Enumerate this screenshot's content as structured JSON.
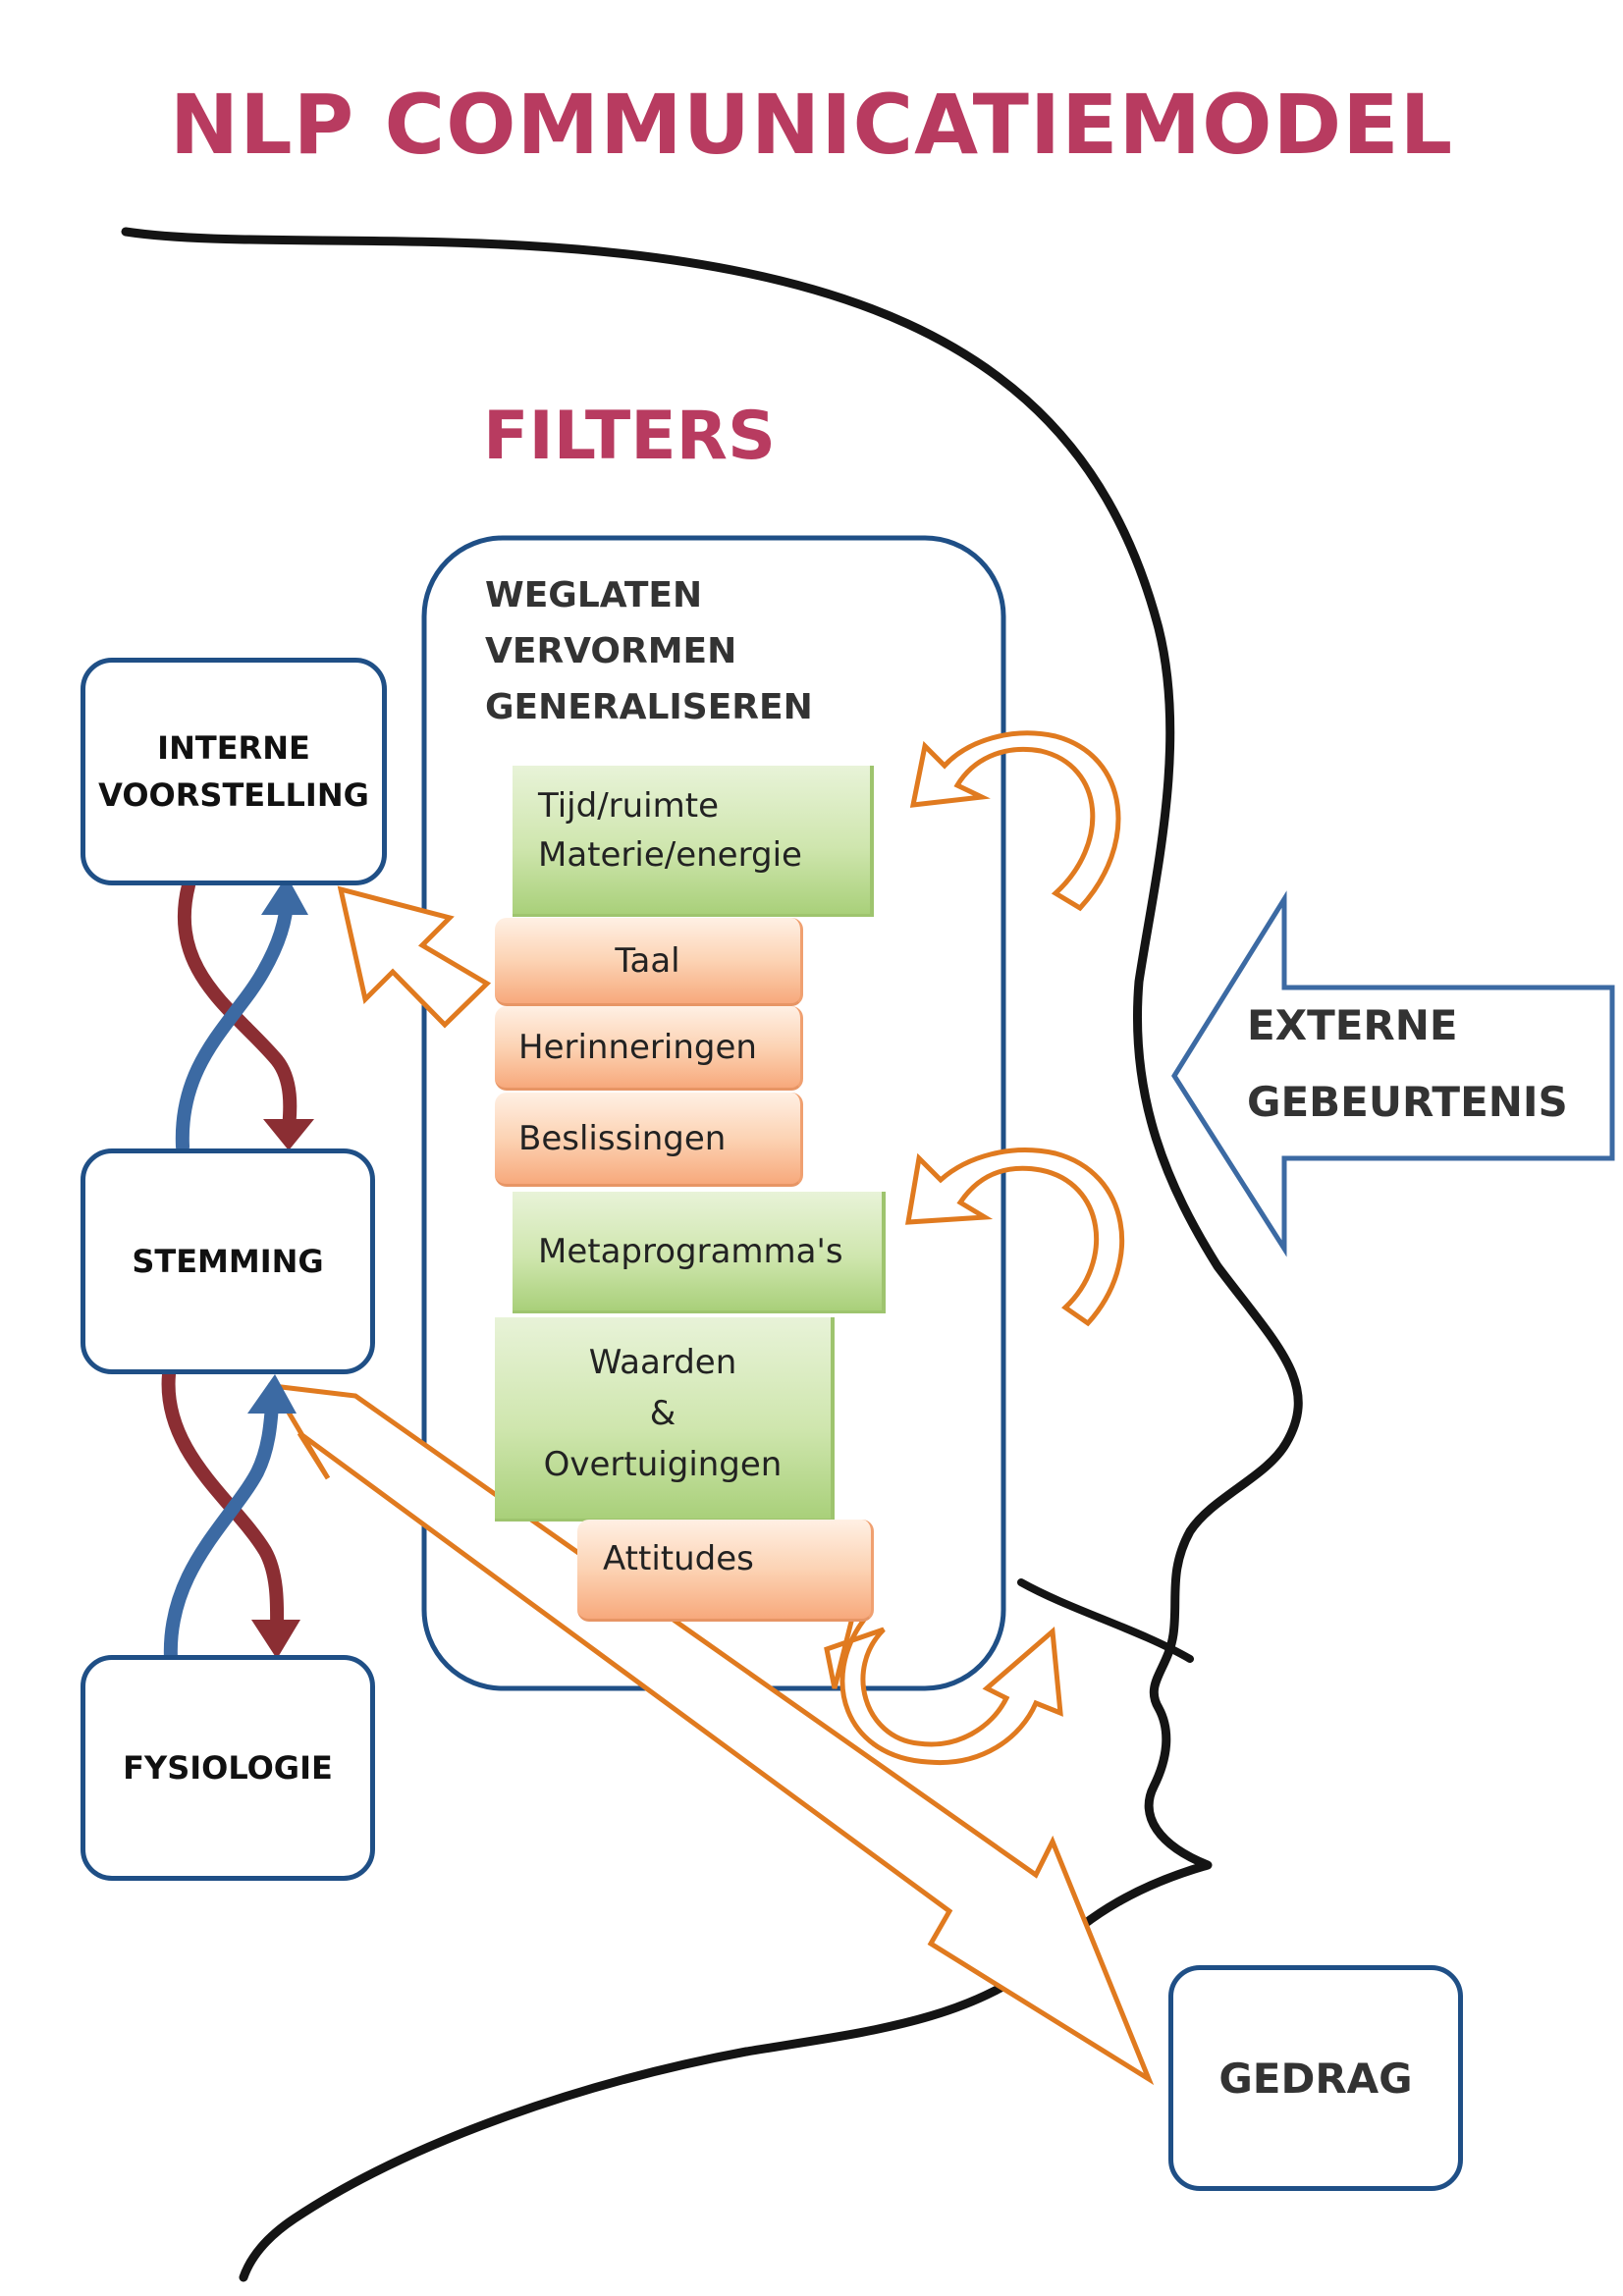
{
  "title": "NLP COMMUNICATIEMODEL",
  "filters_title": "FILTERS",
  "filter_processes": [
    "WEGLATEN",
    "VERVORMEN",
    "GENERALISEREN"
  ],
  "filter_items": {
    "tijd_ruimte": [
      "Tijd/ruimte",
      "Materie/energie"
    ],
    "taal": "Taal",
    "herinneringen": "Herinneringen",
    "beslissingen": "Beslissingen",
    "metaprogrammas": "Metaprogramma's",
    "waarden": [
      "Waarden",
      "&",
      "Overtuigingen"
    ],
    "attitudes": "Attitudes"
  },
  "boxes": {
    "interne_voorstelling": [
      "INTERNE",
      "VOORSTELLING"
    ],
    "stemming": "STEMMING",
    "fysiologie": "FYSIOLOGIE",
    "gedrag": "GEDRAG"
  },
  "externe_gebeurtenis": [
    "EXTERNE",
    "GEBEURTENIS"
  ],
  "colors": {
    "title": "#b83b60",
    "box_border": "#1f4f86",
    "arrow_orange": "#e07a1f",
    "arrow_red": "#8b2e33",
    "arrow_blue": "#3c6aa3",
    "tile_green": "#cfe6ae",
    "tile_orange": "#fcd3b4"
  }
}
